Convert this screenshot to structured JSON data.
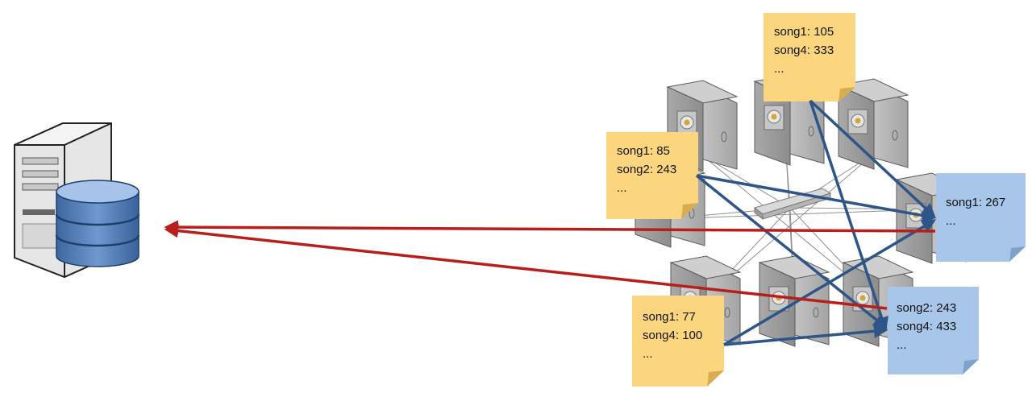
{
  "colors": {
    "yellow_note": "#fbd67e",
    "blue_note": "#a8c6ea",
    "blue_arrow": "#2e5587",
    "red_arrow": "#b81f1c",
    "server_body": "#9a9a9a",
    "db_blue": "#4f7bb8"
  },
  "icons": {
    "left_server": "server-database-icon",
    "cluster_node": "server-tower-icon",
    "switch": "network-switch-icon"
  },
  "notes": [
    {
      "id": "note-top",
      "style": "yellow",
      "lines": [
        "song1: 105",
        "song4: 333",
        "..."
      ]
    },
    {
      "id": "note-left",
      "style": "yellow",
      "lines": [
        "song1: 85",
        "song2: 243",
        "..."
      ]
    },
    {
      "id": "note-bottom",
      "style": "yellow",
      "lines": [
        "song1: 77",
        "song4: 100",
        "..."
      ]
    },
    {
      "id": "note-right-upper",
      "style": "blue",
      "lines": [
        "song1: 267",
        "..."
      ]
    },
    {
      "id": "note-right-lower",
      "style": "blue",
      "lines": [
        "song2: 243",
        "song4: 433",
        "..."
      ]
    }
  ]
}
